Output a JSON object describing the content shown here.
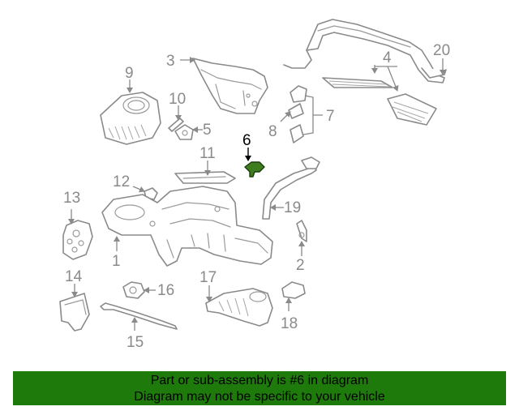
{
  "diagram": {
    "highlighted_part": "6",
    "callouts": {
      "c1": "1",
      "c2": "2",
      "c3": "3",
      "c4": "4",
      "c5": "5",
      "c6": "6",
      "c7": "7",
      "c8": "8",
      "c9": "9",
      "c10": "10",
      "c11": "11",
      "c12": "12",
      "c13": "13",
      "c14": "14",
      "c15": "15",
      "c16": "16",
      "c17": "17",
      "c18": "18",
      "c19": "19",
      "c20": "20"
    },
    "colors": {
      "highlight": "#3e7d1e",
      "line": "#8a8a8a",
      "banner": "#1f7a0c"
    }
  },
  "banner": {
    "line1": "Part or sub-assembly is #6 in diagram",
    "line2": "Diagram may not be specific to your vehicle"
  }
}
